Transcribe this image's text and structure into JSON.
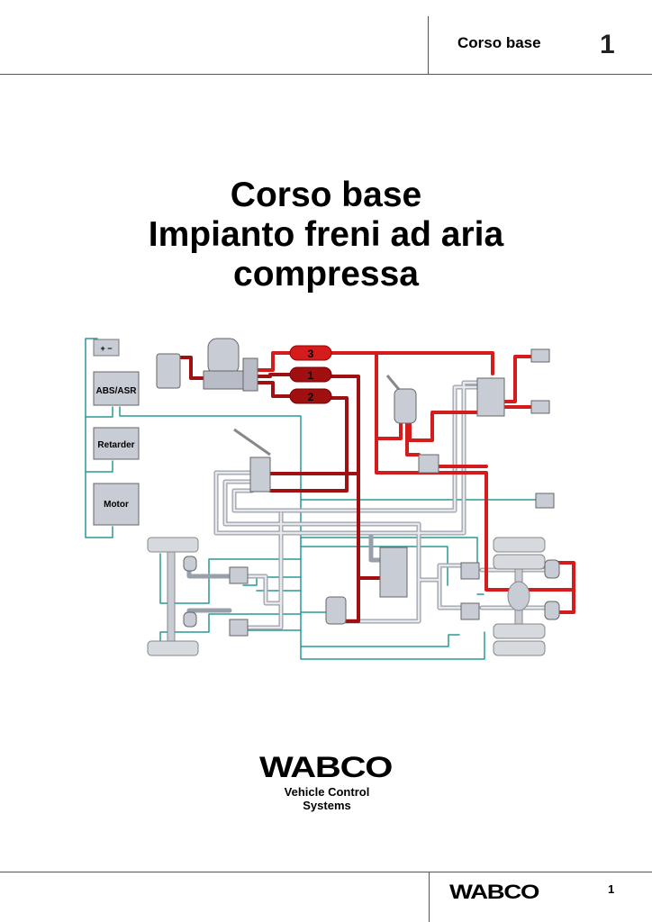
{
  "header": {
    "title": "Corso base",
    "chapter_number": "1"
  },
  "document": {
    "title_lines": [
      "Corso base",
      "Impianto freni ad aria",
      "compressa"
    ]
  },
  "diagram": {
    "ecu_labels": [
      "ABS/ASR",
      "Retarder",
      "Motor"
    ],
    "battery_label": "+ −",
    "tank_labels": [
      "3",
      "1",
      "2"
    ],
    "colors": {
      "supply": "#d41c1c",
      "circuit": "#a01010",
      "electric": "#2a9a94",
      "control": "#c8ccd4"
    }
  },
  "brand": {
    "logo": "WABCO",
    "tagline": "Vehicle Control Systems"
  },
  "footer": {
    "logo": "WABCO",
    "page_number": "1"
  }
}
